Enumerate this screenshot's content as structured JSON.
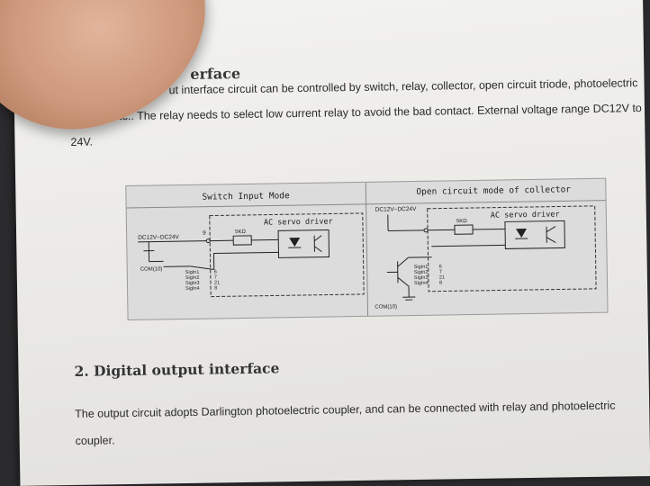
{
  "document": {
    "section1_heading_visible": "erface",
    "paragraph1_line1": "ut interface circuit can be controlled by switch, relay, collector, open circuit triode, photoelectric",
    "paragraph1_line2": "coupler, etc.. The relay needs to select low current relay to avoid the bad contact. External voltage range DC12V to",
    "paragraph1_line3": "24V.",
    "section2_heading": "2. Digital output interface",
    "paragraph2_line1": "The output circuit adopts Darlington photoelectric coupler, and can be connected with relay and photoelectric",
    "paragraph2_line2": "coupler."
  },
  "figure": {
    "left_title": "Switch Input Mode",
    "right_title": "Open circuit mode of collector",
    "left_driver_label": "AC servo driver",
    "right_driver_label": "AC servo driver",
    "left_supply_label": "DC12V~DC24V",
    "right_supply_label": "DC12V~DC24V",
    "left_com_label": "COM(10)",
    "right_com_label": "COM(10)",
    "resistor_label": "5KΩ",
    "pin_9": "9",
    "signals": [
      "SigIn1",
      "SigIn2",
      "SigIn3",
      "SigIn4"
    ],
    "pins": [
      "6",
      "7",
      "21",
      "8"
    ]
  }
}
